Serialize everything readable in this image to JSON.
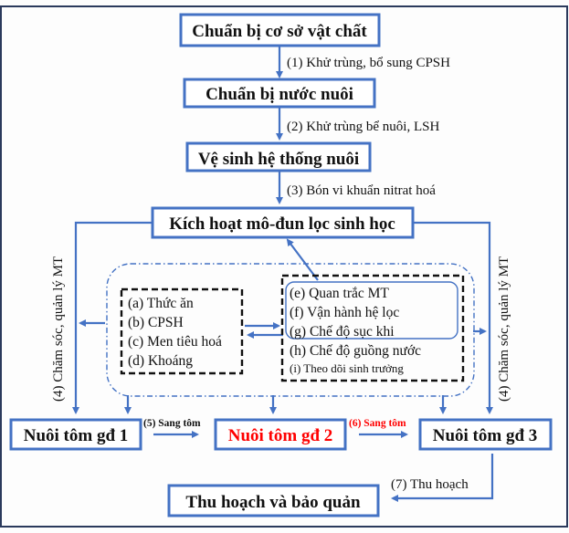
{
  "colors": {
    "accent": "#4472c4",
    "highlight": "#ff0000",
    "text": "#111111"
  },
  "boxes": {
    "step1": "Chuẩn bị cơ sở vật chất",
    "step2": "Chuẩn bị nước nuôi",
    "step3": "Vệ sinh hệ thống nuôi",
    "step4": "Kích hoạt mô-đun lọc sinh học",
    "stage1": "Nuôi tôm gđ 1",
    "stage2": "Nuôi tôm gđ 2",
    "stage3": "Nuôi tôm gđ 3",
    "harvest": "Thu hoạch và bảo quản"
  },
  "edges": {
    "e1": "(1) Khử trùng, bổ sung CPSH",
    "e2": "(2) Khử trùng bể nuôi, LSH",
    "e3": "(3) Bón vi khuẩn nitrat hoá",
    "e4_left": "(4) Chăm sóc, quản lý MT",
    "e4_right": "(4) Chăm sóc, quản lý MT",
    "e5": "(5) Sang tôm",
    "e6": "(6) Sang tôm",
    "e7": "(7) Thu hoạch"
  },
  "care_list": [
    "(a) Thức ăn",
    "(b) CPSH",
    "(c) Men tiêu hoá",
    "(d) Khoáng"
  ],
  "env_list": [
    "(e) Quan trắc MT",
    "(f) Vận hành hệ lọc",
    "(g) Chế độ sục khi",
    "(h) Chế độ guồng nước",
    "(i) Theo dõi sinh trưởng"
  ]
}
